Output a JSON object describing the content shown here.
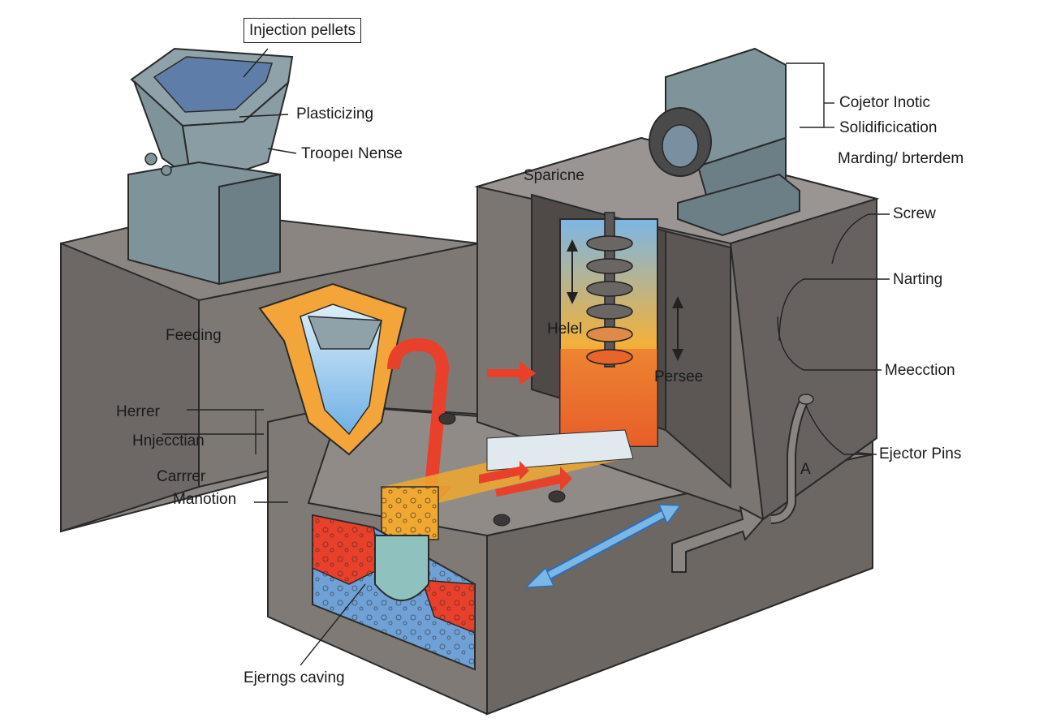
{
  "labels": {
    "injection_pellets": "Injection pellets",
    "plasticizing": "Plasticizing",
    "trooper_nense": "Troopeı Nense",
    "feeding": "Feeding",
    "herrer": "Herrer",
    "hnjecctian": "Hnjecctian",
    "carrrer": "Carrrer",
    "manotion": "Manotion",
    "ejerngs_caving": "Ejerngs caving",
    "sparicne": "Sparicne",
    "helel": "Helel",
    "persee": "Persee",
    "cojetor_inotic": "Cojetor Inotic",
    "solidificication": "Solidificication",
    "marding_brterdem": "Marding/ brterdem",
    "screw": "Screw",
    "narting": "Narting",
    "meecction": "Meecction",
    "ejector_pins": "Ejector Pins",
    "a_mark": "A"
  },
  "colors": {
    "machine_body": "#7b7672",
    "machine_dark": "#5f5a57",
    "hopper": "#7f939b",
    "pellet": "#6b9fd4",
    "molten": "#f0a830",
    "hot_red": "#e8402a",
    "cool_blue": "#7cb6e6",
    "outline": "#2a2a2a"
  }
}
